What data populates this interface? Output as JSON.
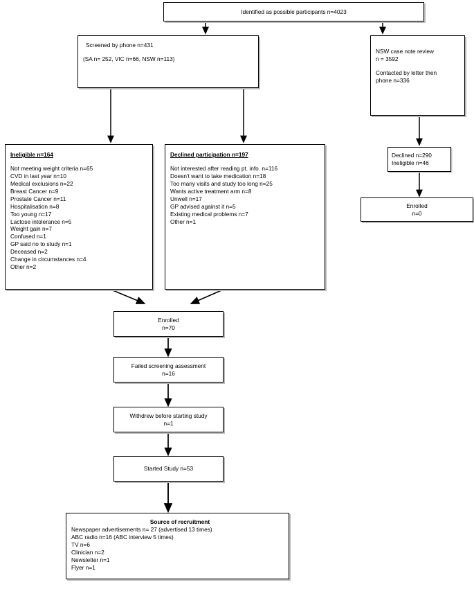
{
  "figure": {
    "type": "flowchart",
    "title": "Participant recruitment and enrolment flow"
  },
  "nodes": {
    "identified": {
      "line1": "Identified as possible participants n=4023"
    },
    "screened_phone": {
      "line1": "Screened by phone n=431",
      "line2": "(SA n= 252, VIC n=66, NSW n=113)"
    },
    "nsw_case_note": {
      "line1": "NSW case note review",
      "line2": "n = 3592",
      "line3": "Contacted by letter then",
      "line4": "phone n=336"
    },
    "ineligible": {
      "header": "Ineligible n=164",
      "items": [
        "Not meeting weight criteria n=65",
        "CVD in last year n=10",
        "Medical exclusions n=22",
        "Breast Cancer n=9",
        "Prostate Cancer n=11",
        "Hospitalisation n=8",
        "Too young n=17",
        "Lactose intolerance n=5",
        "Weight gain n=7",
        "Confused n=1",
        "GP said no to study n=1",
        "Deceased n=2",
        "Change in circumstances n=4",
        "Other n=2"
      ]
    },
    "declined": {
      "header": "Declined participation n=197",
      "items": [
        "Not interested after reading pt. info. n=116",
        "Doesn't want to take medication n=18",
        "Too many visits and study too long n=25",
        "Wants active treatment arm n=8",
        "Unwell n=17",
        "GP advised against it n=5",
        "Existing medical problems n=7",
        "Other n=1"
      ]
    },
    "nsw_declined_ineligible": {
      "line1": "Declined n=290",
      "line2": "Ineligible n=46"
    },
    "nsw_enrolled": {
      "line1": "Enrolled",
      "line2": "n=0"
    },
    "enrolled": {
      "line1": "Enrolled",
      "line2": "n=70"
    },
    "failed_screening": {
      "line1": "Failed screening assessment",
      "line2": "n=16"
    },
    "withdrew": {
      "line1": "Withdrew before starting study",
      "line2": "n=1"
    },
    "started_study": {
      "line1": "Started Study n=53"
    },
    "source_recruitment": {
      "header": "Source of recruitment",
      "items": [
        "Newspaper advertisements n= 27 (advertised 13 times)",
        "ABC radio n=16 (ABC interview 5 times)",
        "TV n=6",
        "Clinician n=2",
        "Newsletter n=1",
        "Flyer n=1"
      ]
    }
  },
  "style": {
    "line_color": "#000000",
    "box_fill": "#ffffff",
    "shadow_color": "#b9b9b9"
  }
}
